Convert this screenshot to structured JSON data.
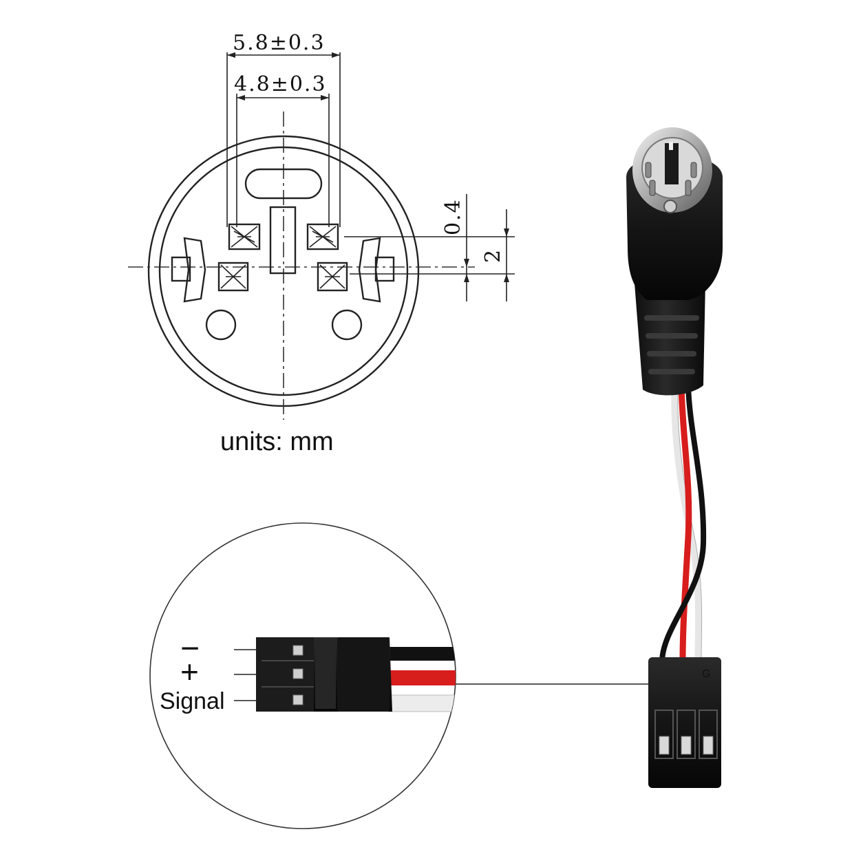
{
  "drawing": {
    "dim_outer": "5.8±0.3",
    "dim_inner": "4.8±0.3",
    "dim_offset": "0.4",
    "dim_pitch": "2",
    "units": "units: mm"
  },
  "pins": {
    "minus": "−",
    "plus": "+",
    "signal": "Signal"
  },
  "colors": {
    "body": "#1a1a1a",
    "wire_red": "#d81d1d",
    "wire_white": "#eeeeee",
    "wire_black": "#111111",
    "line": "#222222"
  }
}
